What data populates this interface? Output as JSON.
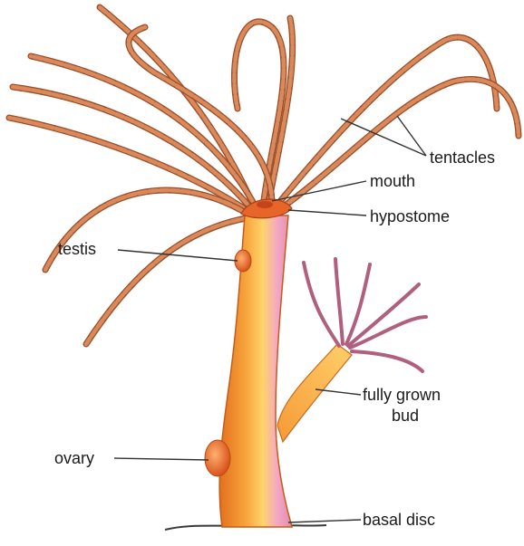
{
  "diagram": {
    "labels": {
      "tentacles": "tentacles",
      "mouth": "mouth",
      "hypostome": "hypostome",
      "testis": "testis",
      "bud": [
        "fully grown",
        "bud"
      ],
      "ovary": "ovary",
      "basal_disc": "basal disc"
    },
    "colors": {
      "body_light": "#ffd36a",
      "body_mid": "#f7a23a",
      "body_dark": "#e2701f",
      "body_pink": "#f3a7c7",
      "tentacle": "#d9895a",
      "tentacle_edge": "#9a4e2a",
      "bud_tentacle": "#c98aa6",
      "ground": "#3a3a3a",
      "label_text": "#1a1a1a"
    }
  }
}
